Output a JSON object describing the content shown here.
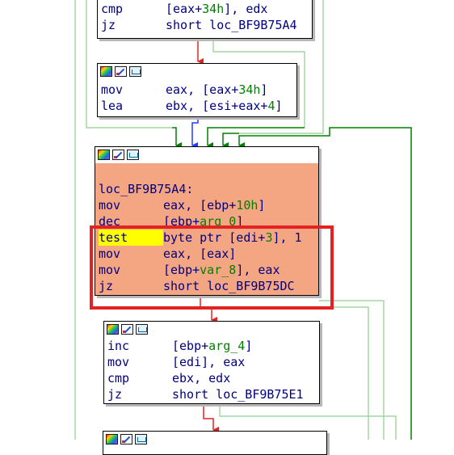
{
  "blocks": {
    "top": {
      "lines": [
        {
          "mn": "cmp",
          "pre": "[eax+",
          "num": "34h",
          "post": "], edx"
        },
        {
          "mn": "jz",
          "pre": "short loc_BF9B75A4",
          "num": "",
          "post": ""
        }
      ]
    },
    "b2": {
      "lines": [
        {
          "mn": "mov",
          "pre": "eax, [eax+",
          "num": "34h",
          "post": "]"
        },
        {
          "mn": "lea",
          "pre": "ebx, [esi+eax+",
          "num": "4",
          "post": "]"
        }
      ]
    },
    "main": {
      "label": "loc_BF9B75A4:",
      "lines": [
        {
          "mn": "mov",
          "pre": "eax, [ebp+",
          "num": "10h",
          "post": "]"
        },
        {
          "mn": "dec",
          "pre": "[ebp+",
          "var": "arg_0",
          "post": "]"
        },
        {
          "mn": "test",
          "pre": "byte ptr [edi+",
          "num": "3",
          "post": "], 1"
        },
        {
          "mn": "mov",
          "pre": "eax, [eax]",
          "num": "",
          "post": ""
        },
        {
          "mn": "mov",
          "pre": "[ebp+",
          "var": "var_8",
          "post": "], eax"
        },
        {
          "mn": "jz",
          "pre": "short loc_BF9B75DC",
          "num": "",
          "post": ""
        }
      ]
    },
    "b4": {
      "lines": [
        {
          "mn": "inc",
          "pre": "[ebp+",
          "var": "arg_4",
          "post": "]"
        },
        {
          "mn": "mov",
          "pre": "[edi], eax",
          "num": "",
          "post": ""
        },
        {
          "mn": "cmp",
          "pre": "ebx, edx",
          "num": "",
          "post": ""
        },
        {
          "mn": "jz",
          "pre": "short loc_BF9B75E1",
          "num": "",
          "post": ""
        }
      ]
    }
  },
  "colors": {
    "highlight_block": "#f4a582",
    "selection": "#ffff00",
    "edge_true": "#008000",
    "edge_false": "#e52222",
    "edge_normal": "#1f3fff",
    "edge_back": "#8fcf8f"
  }
}
